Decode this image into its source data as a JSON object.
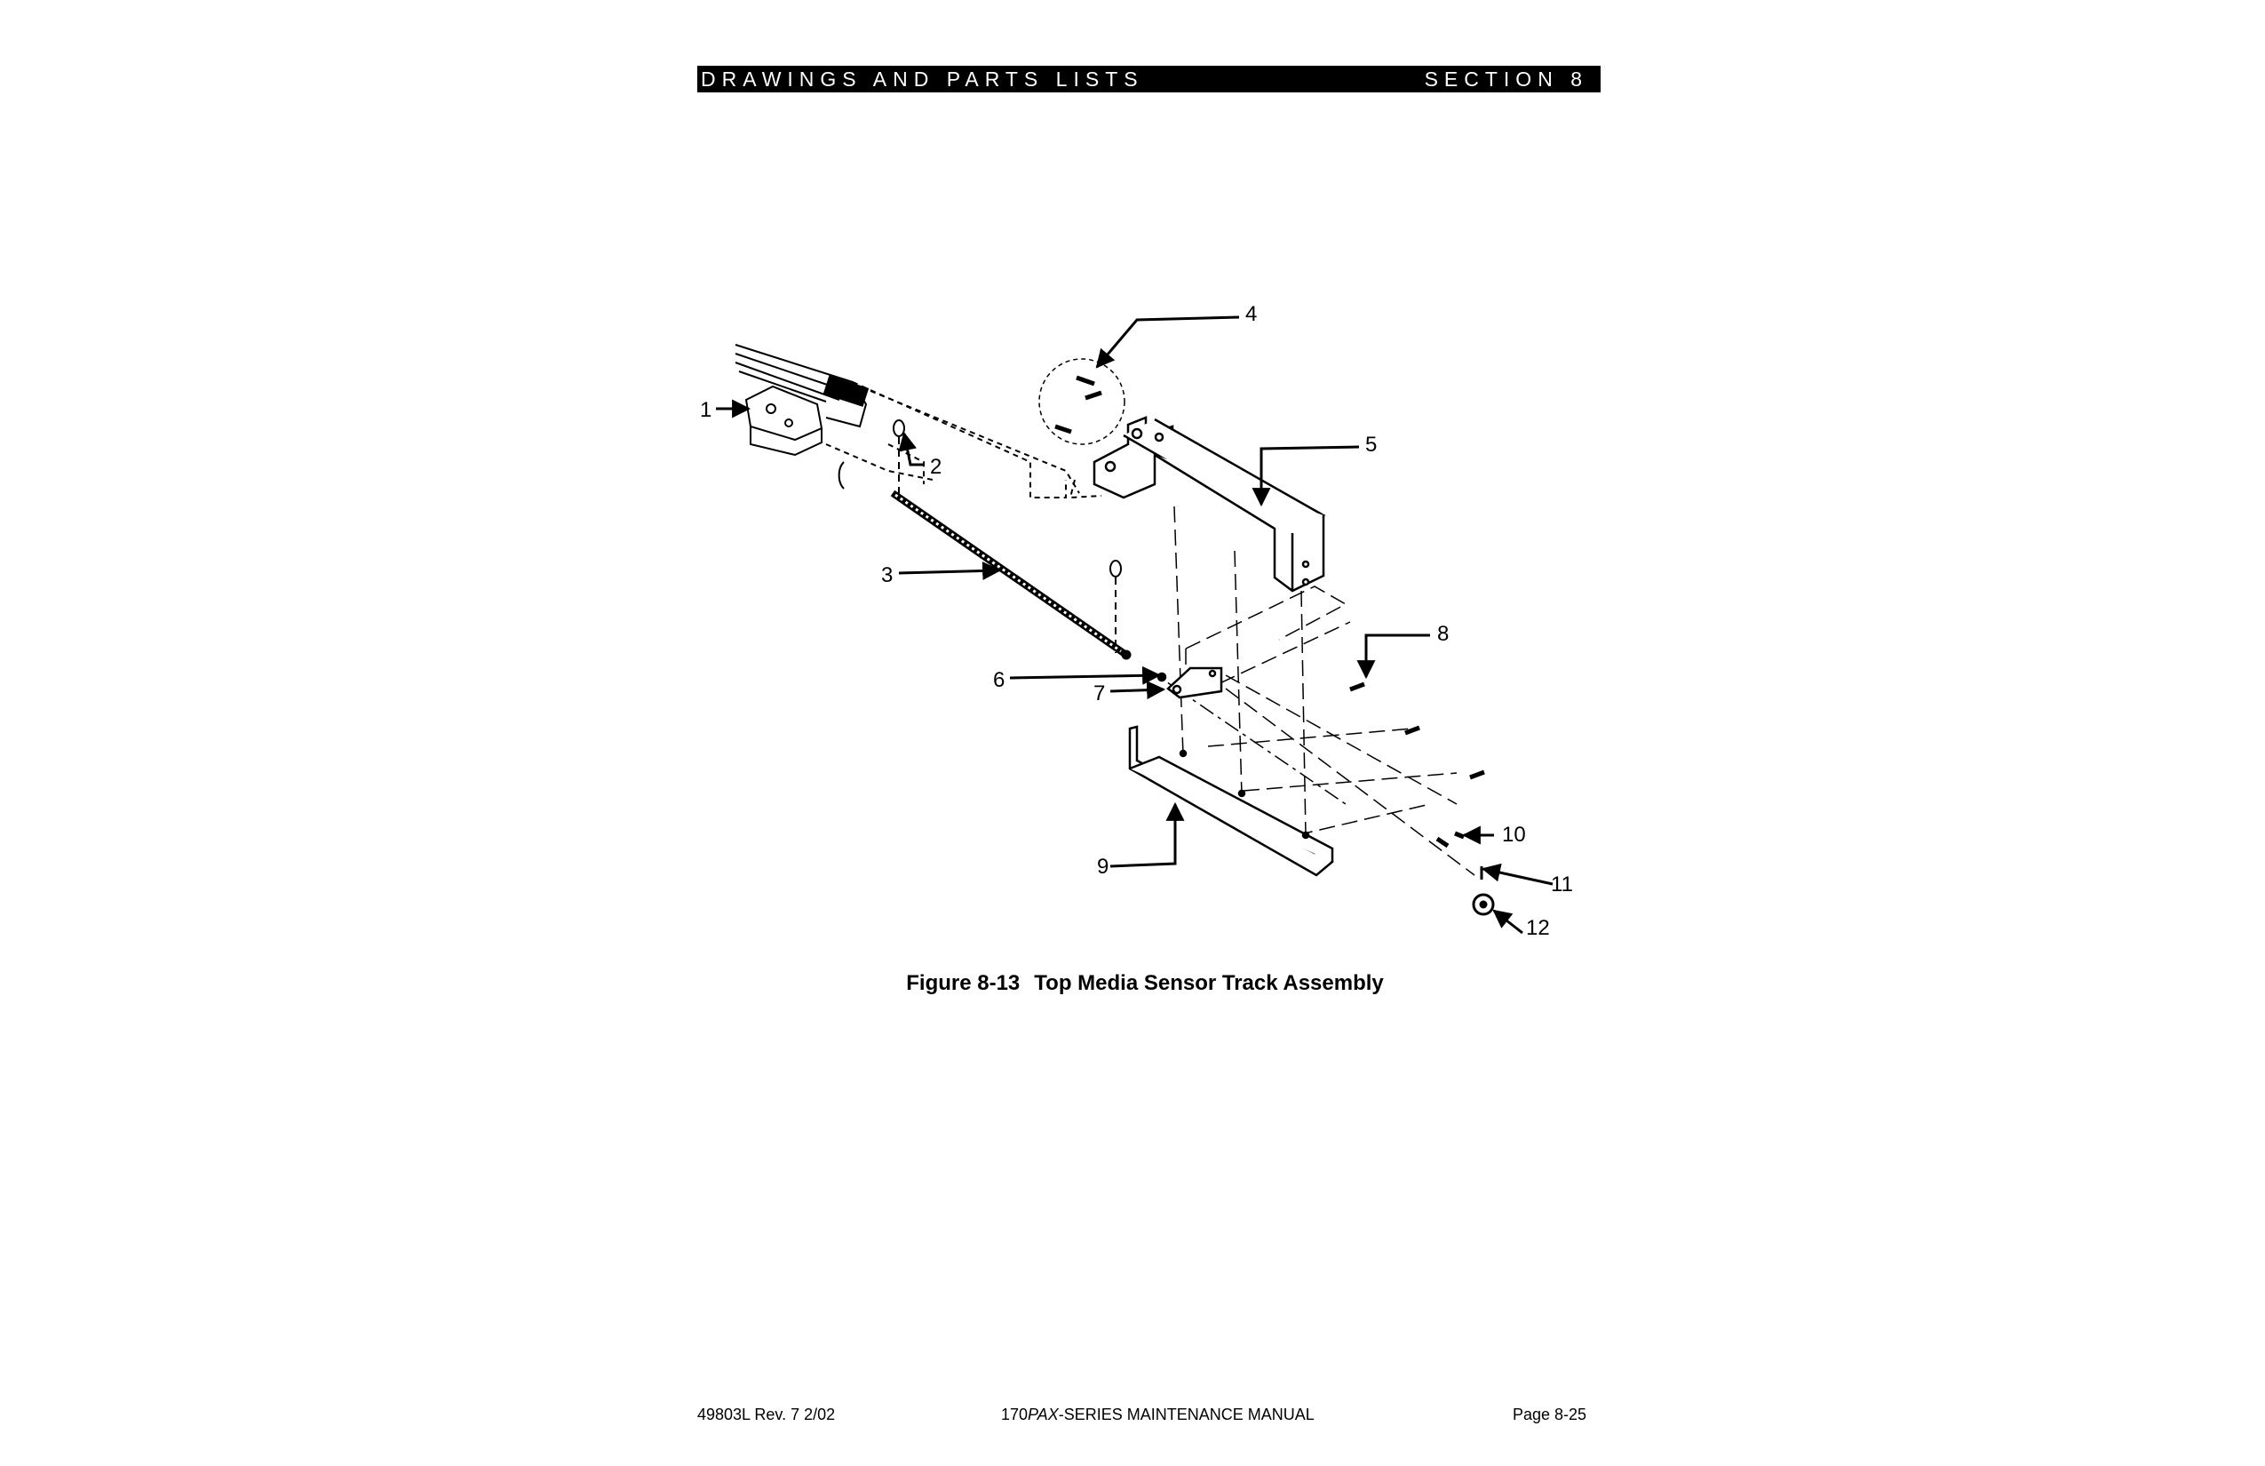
{
  "header": {
    "left": "DRAWINGS AND PARTS LISTS",
    "right": "SECTION 8"
  },
  "figure": {
    "number": "Figure 8-13",
    "title": "Top Media Sensor Track Assembly",
    "callouts": [
      "1",
      "2",
      "3",
      "4",
      "5",
      "6",
      "7",
      "8",
      "9",
      "10",
      "11",
      "12"
    ]
  },
  "footer": {
    "doc_number": "49803L Rev. 7  2/02",
    "manual_prefix": "170",
    "manual_italic": "PAX",
    "manual_suffix": "-SERIES MAINTENANCE MANUAL",
    "page": "Page 8-25"
  },
  "colors": {
    "ink": "#000000",
    "paper": "#ffffff"
  }
}
